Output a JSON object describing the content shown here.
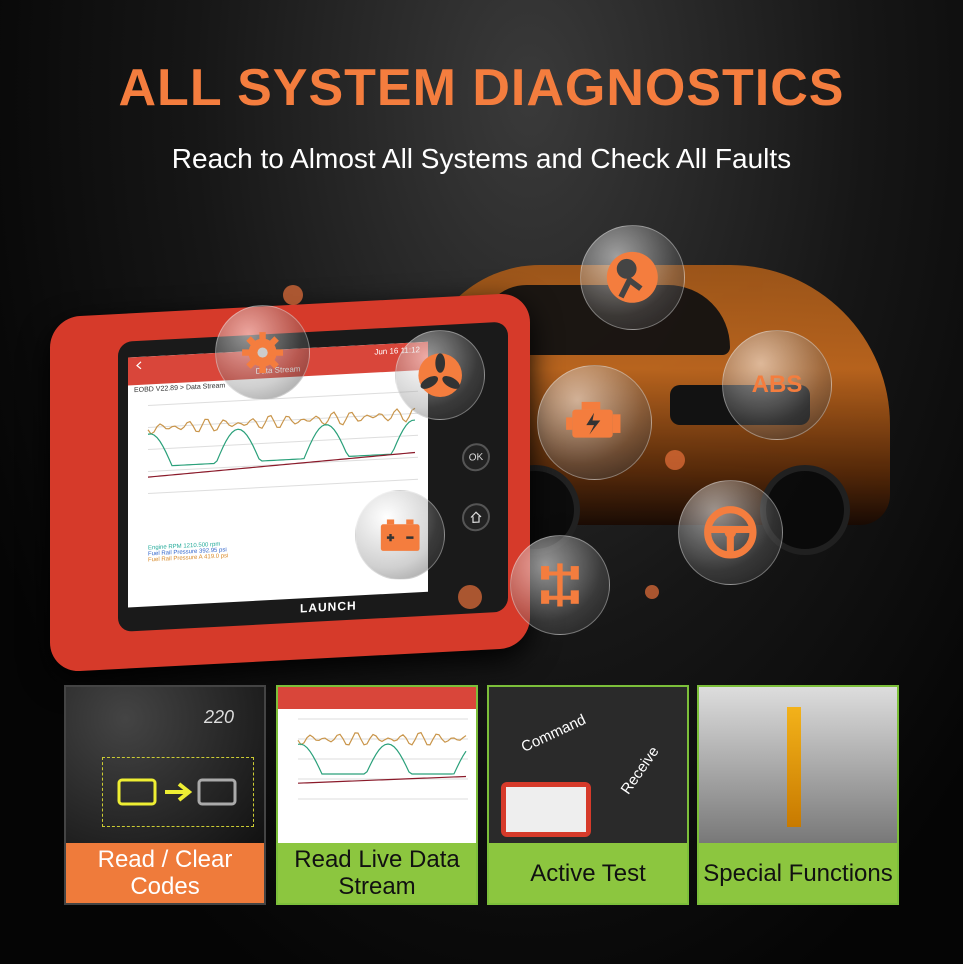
{
  "header": {
    "title": "ALL SYSTEM DIAGNOSTICS",
    "subtitle": "Reach to Almost All Systems and Check All Faults"
  },
  "device": {
    "brand": "LAUNCH",
    "ok_button": "OK",
    "time": "Jun 16 11:12",
    "screen_title": "Data Stream",
    "breadcrumb": "EOBD V22.89 > Data Stream",
    "legend": [
      "Engine RPM 1210.500 rpm",
      "Fuel Rail Pressure 392.95 psi",
      "Fuel Rail Pressure A 419.0 psi"
    ]
  },
  "bubbles": [
    {
      "icon": "gears-icon"
    },
    {
      "icon": "fan-icon"
    },
    {
      "icon": "airbag-icon"
    },
    {
      "icon": "abs-icon",
      "label": "ABS"
    },
    {
      "icon": "engine-icon"
    },
    {
      "icon": "steering-wheel-icon"
    },
    {
      "icon": "battery-icon"
    },
    {
      "icon": "drivetrain-icon"
    }
  ],
  "panels": [
    {
      "label": "Read / Clear Codes",
      "gauge": "220"
    },
    {
      "label": "Read Live Data Stream"
    },
    {
      "label": "Active Test",
      "arrow_top": "Command",
      "arrow_bottom": "Receive"
    },
    {
      "label": "Special Functions"
    }
  ],
  "colors": {
    "accent": "#f47d3e",
    "green": "#8cc63f",
    "device_red": "#d63a2a"
  }
}
